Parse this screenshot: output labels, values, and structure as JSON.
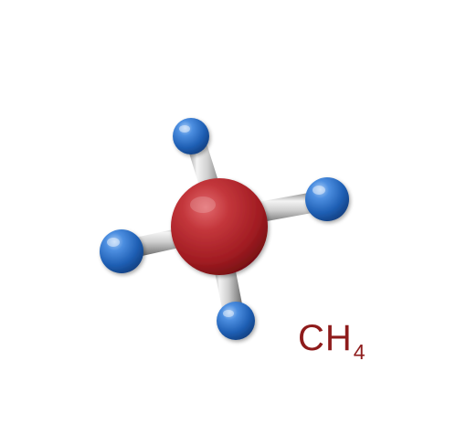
{
  "molecule": {
    "formula_main": "CH",
    "formula_subscript": "4",
    "colors": {
      "central_atom": "#b31f25",
      "hydrogen_atoms": "#1c5fb5",
      "bonds": "#b9b9b9",
      "formula_text": "#8e1b1b"
    },
    "atoms": {
      "central": "carbon",
      "peripheral": [
        "hydrogen",
        "hydrogen",
        "hydrogen",
        "hydrogen"
      ]
    }
  }
}
